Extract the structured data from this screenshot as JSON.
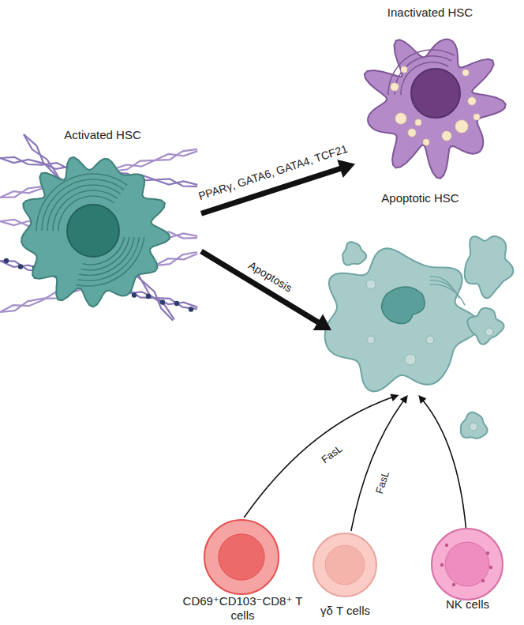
{
  "diagram": {
    "nodes": [
      {
        "text": [
          "Activated HSC"
        ]
      },
      {
        "text": [
          "Inactivated HSC"
        ]
      },
      {
        "text": [
          "Apoptotic HSC"
        ]
      },
      {
        "text": [
          "CD69⁺CD103⁻CD8⁺ T cells"
        ]
      },
      {
        "text": [
          "γδ T cells"
        ]
      },
      {
        "text": [
          "NK cells"
        ]
      }
    ],
    "edges": [
      {
        "from": 0,
        "to": 1,
        "label": "PPARγ, GATA6, GATA4, TCF21",
        "arrow": "to"
      },
      {
        "from": 0,
        "to": 2,
        "label": "Apoptosis",
        "arrow": "to"
      },
      {
        "from": 3,
        "to": 2,
        "label": "FasL",
        "arrow": "to"
      },
      {
        "from": 4,
        "to": 2,
        "label": "FasL",
        "arrow": "to"
      },
      {
        "from": 5,
        "to": 2,
        "arrow": "to"
      }
    ]
  }
}
